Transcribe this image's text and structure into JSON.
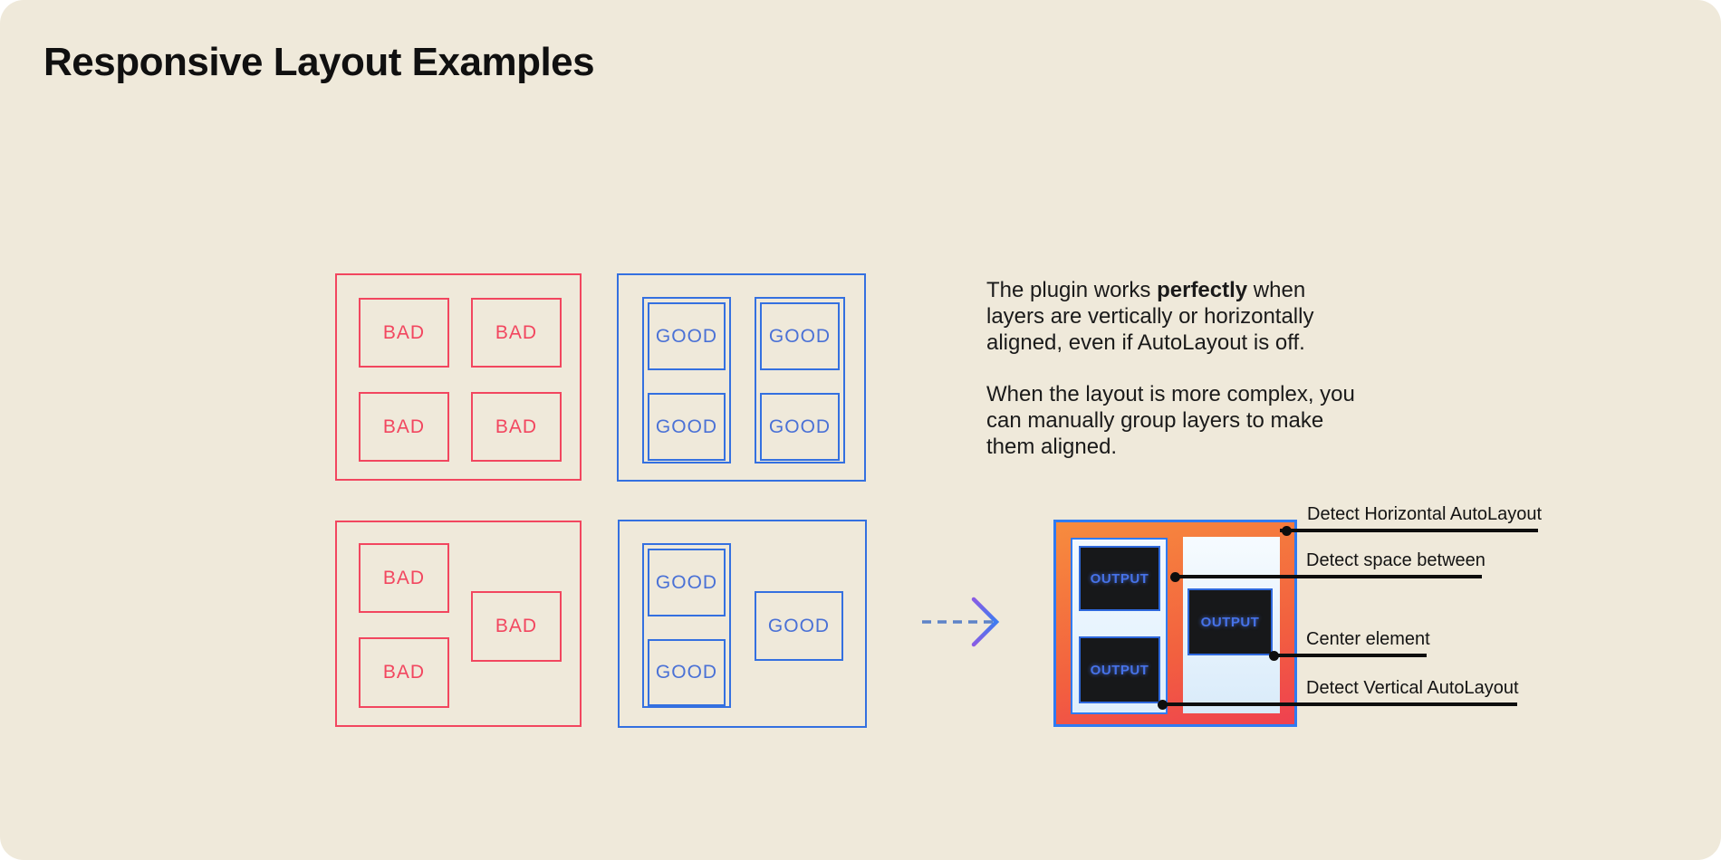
{
  "title": "Responsive Layout Examples",
  "colors": {
    "background": "#EFE9DA",
    "bad": "#F2465F",
    "good": "#3470E0",
    "ink": "#141414",
    "result_gradient_start": "#F78C3E",
    "result_gradient_end": "#EF4150",
    "light_panel": "#E9F4FE",
    "dark_box": "#17181A",
    "output_text": "#4672E8"
  },
  "examples": {
    "bad_grid": {
      "boxes": [
        "BAD",
        "BAD",
        "BAD",
        "BAD"
      ]
    },
    "good_grid": {
      "groups": [
        [
          "GOOD",
          "GOOD"
        ],
        [
          "GOOD",
          "GOOD"
        ]
      ]
    },
    "bad_free": {
      "boxes": [
        "BAD",
        "BAD",
        "BAD"
      ]
    },
    "good_free": {
      "group": [
        "GOOD",
        "GOOD"
      ],
      "single": "GOOD"
    }
  },
  "description": {
    "paragraph1": [
      {
        "text": "The plugin works ",
        "bold": false
      },
      {
        "text": "perfectly",
        "bold": true
      },
      {
        "text": " when\nlayers are vertically or horizontally\naligned, even if AutoLayout is off.",
        "bold": false
      }
    ],
    "paragraph2": "When the layout is more complex, you\ncan manually group layers to make\nthem aligned."
  },
  "result": {
    "output_label_1": "OUTPUT",
    "output_label_2": "OUTPUT",
    "output_label_3": "OUTPUT"
  },
  "annotations": [
    {
      "label": "Detect Horizontal AutoLayout"
    },
    {
      "label": "Detect space between"
    },
    {
      "label": "Center element"
    },
    {
      "label": "Detect Vertical AutoLayout"
    }
  ]
}
